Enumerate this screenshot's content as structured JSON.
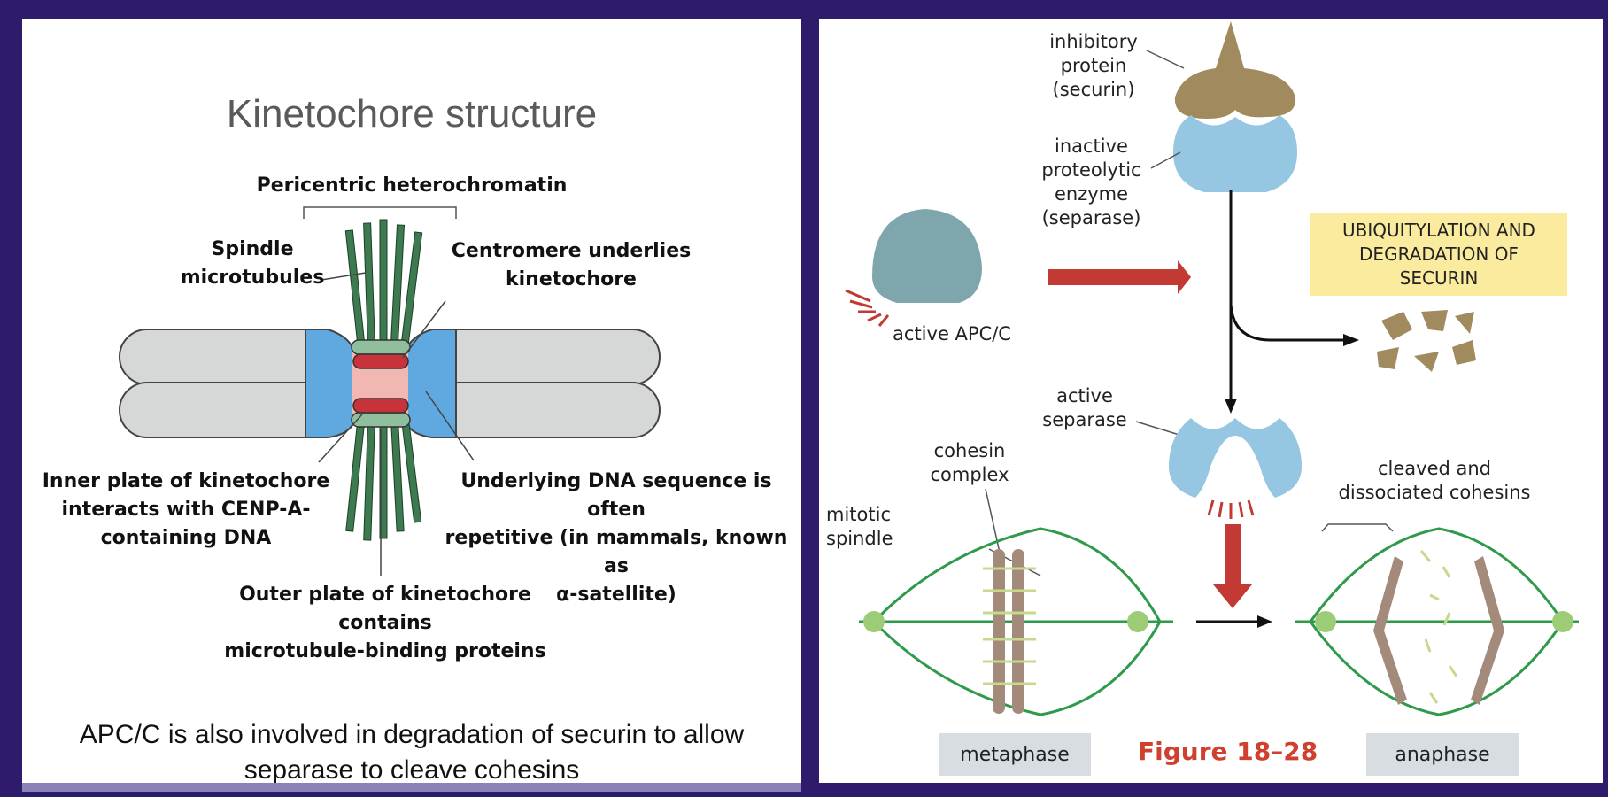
{
  "left": {
    "title": "Kinetochore structure",
    "labels": {
      "pericentric": "Pericentric heterochromatin",
      "spindle": "Spindle\nmicrotubules",
      "centromere": "Centromere underlies\nkinetochore",
      "inner_plate": "Inner plate of kinetochore\ninteracts with CENP-A-\ncontaining DNA",
      "underlying_dna": "Underlying DNA sequence is often\nrepetitive (in mammals, known as\nα-satellite)",
      "outer_plate": "Outer plate of kinetochore contains\nmicrotubule-binding proteins"
    },
    "caption": "APC/C is also involved in degradation of securin to allow\nseparase to cleave cohesins"
  },
  "right": {
    "inhibitory": "inhibitory\nprotein\n(securin)",
    "inactive": "inactive\nproteolytic\nenzyme\n(separase)",
    "active_apc": "active APC/C",
    "ubiquitylation": "UBIQUITYLATION AND\nDEGRADATION OF\nSECURIN",
    "active_separase": "active\nseparase",
    "cohesin_complex": "cohesin\ncomplex",
    "mitotic_spindle": "mitotic\nspindle",
    "cleaved": "cleaved and\ndissociated cohesins",
    "metaphase": "metaphase",
    "anaphase": "anaphase",
    "figure": "Figure 18–28"
  },
  "colors": {
    "background": "#2e1b6b",
    "chromatid": "#d6d8d8",
    "centromere_blue": "#5fa8e0",
    "kinetochore_red": "#c8323a",
    "kinetochore_green": "#8fbf9c",
    "microtubule": "#3d7a4f",
    "securin": "#a08a5e",
    "separase": "#95c6e2",
    "apc": "#7fa6ad",
    "arrow_red": "#c23a33",
    "spindle_green": "#2e9a4a",
    "figure_red": "#d0402e"
  }
}
